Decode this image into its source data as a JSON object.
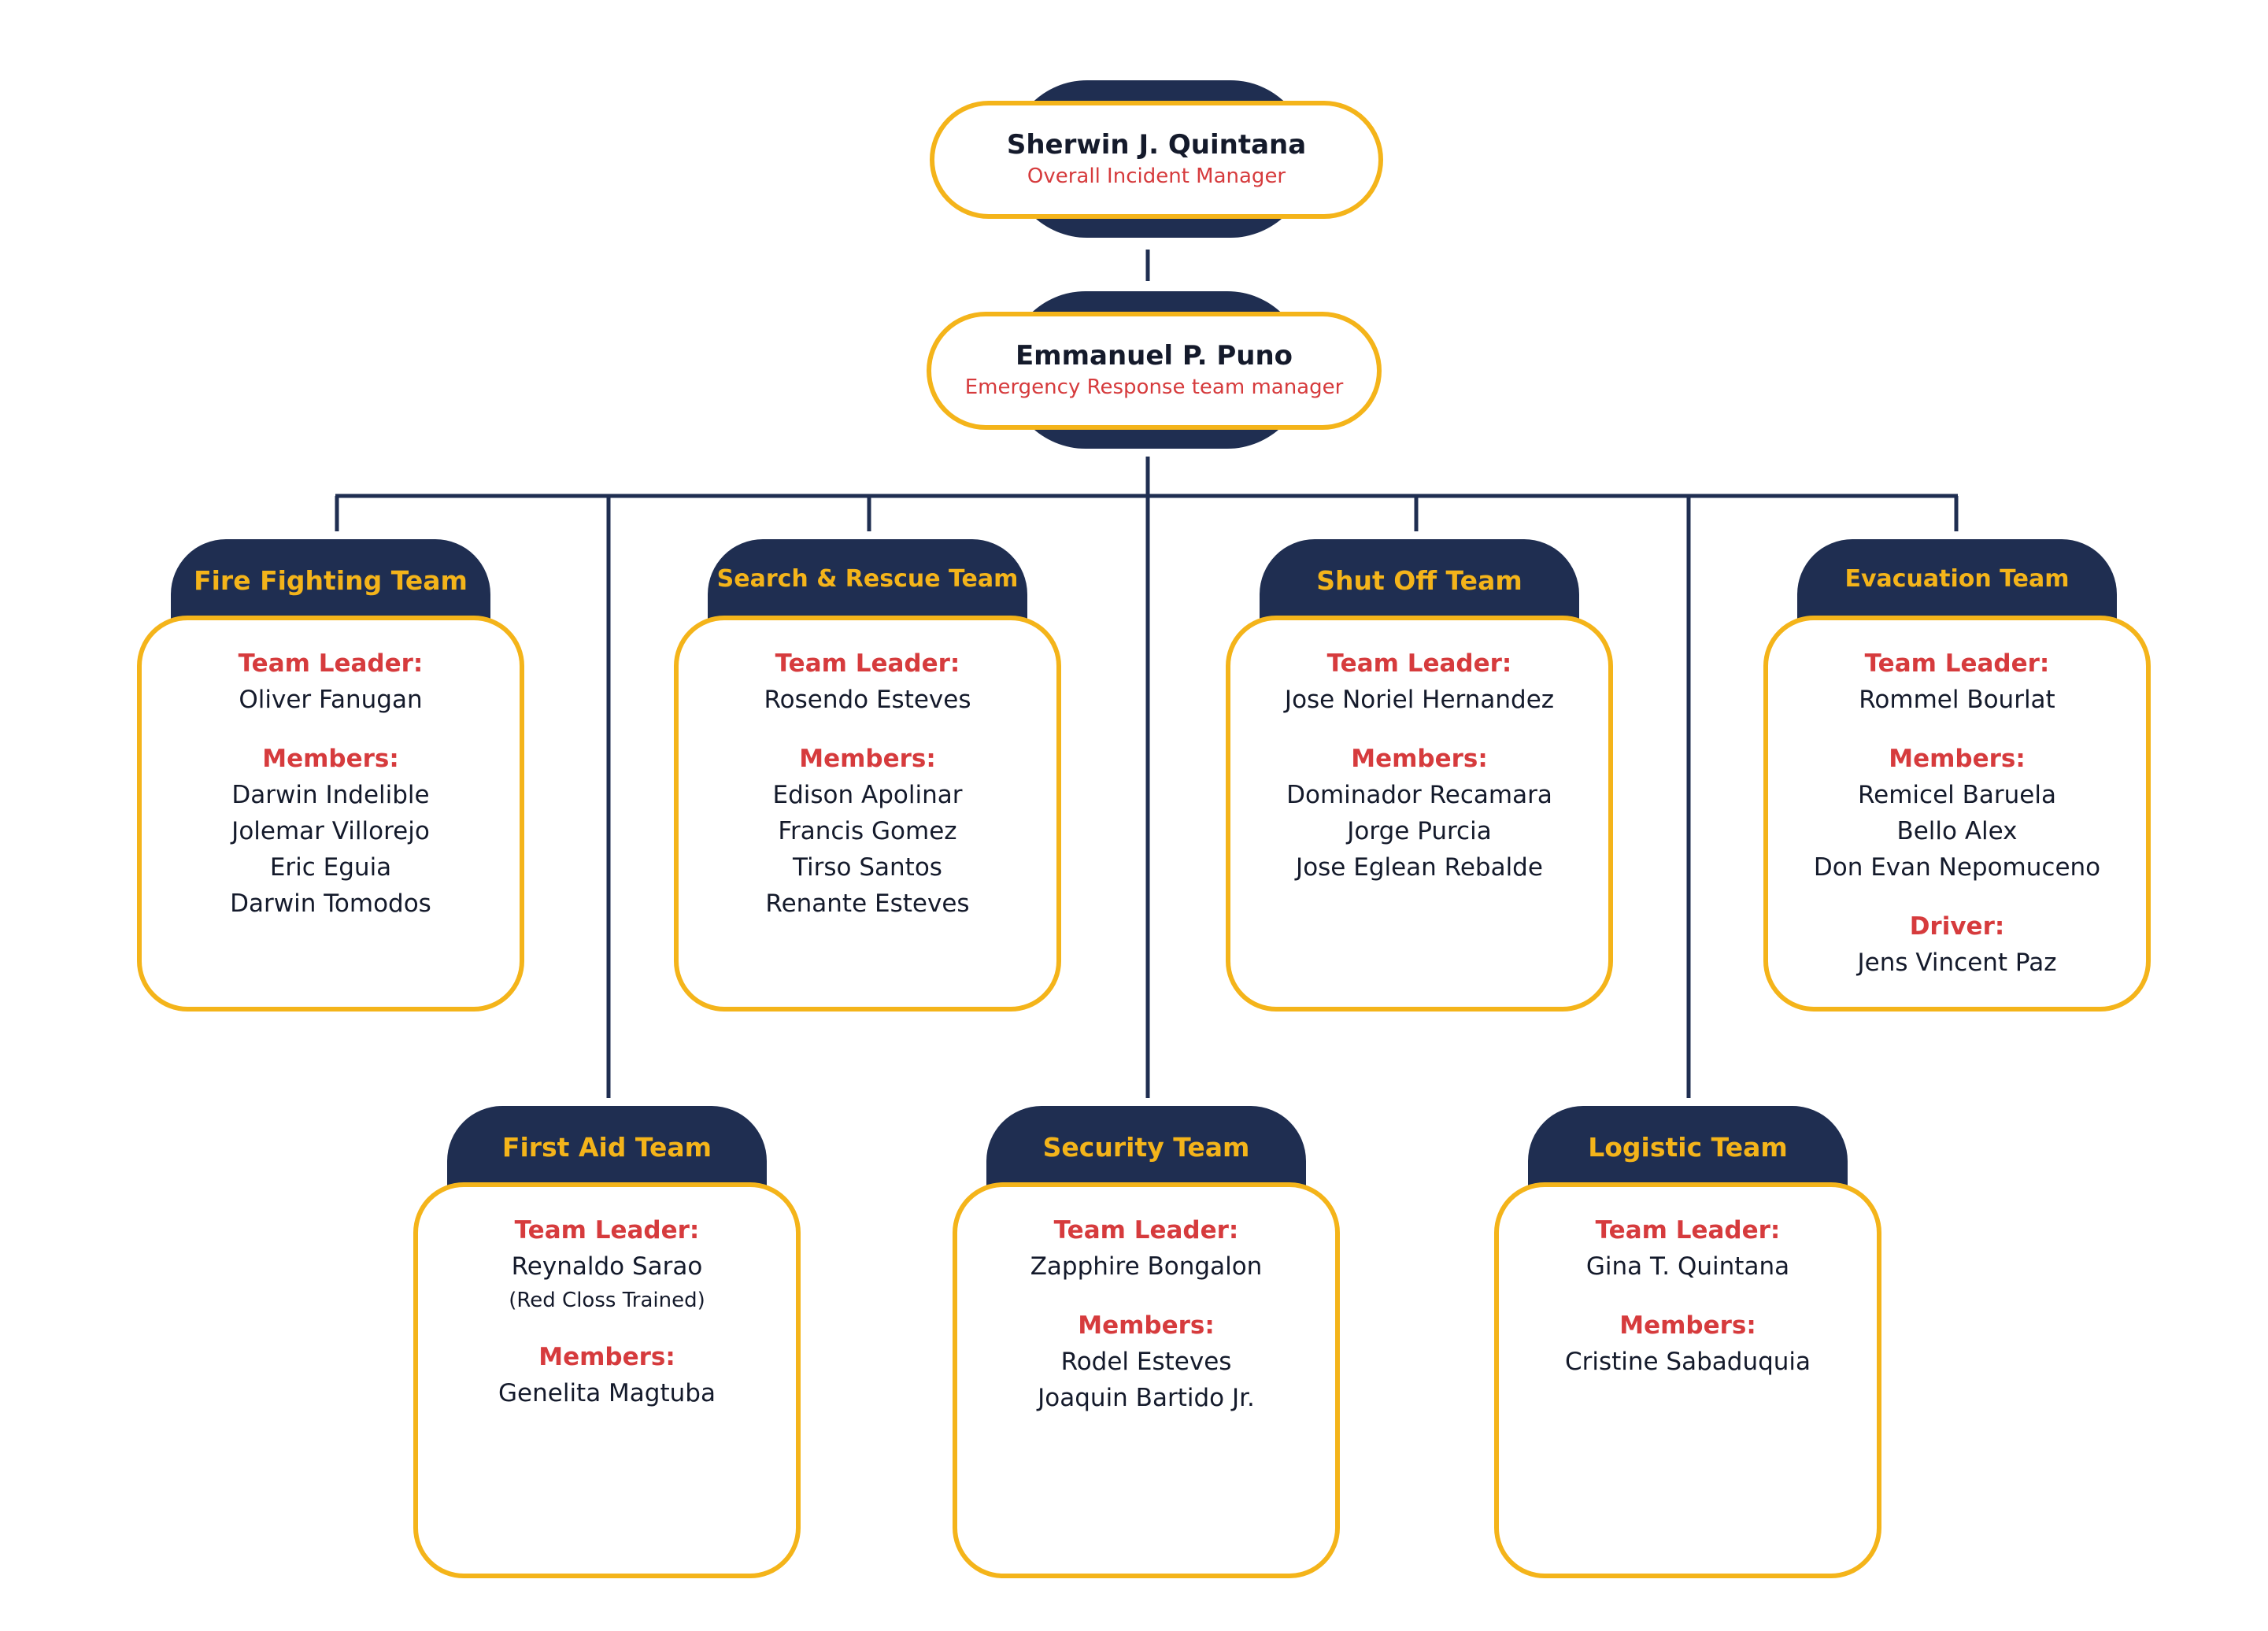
{
  "executives": {
    "top": {
      "name": "Sherwin J. Quintana",
      "role": "Overall Incident Manager"
    },
    "second": {
      "name": "Emmanuel P. Puno",
      "role": "Emergency Response team manager"
    }
  },
  "labels": {
    "leader": "Team Leader:",
    "members": "Members:",
    "driver": "Driver:"
  },
  "teams": [
    {
      "name": "Fire Fighting Team",
      "leader": "Oliver Fanugan",
      "members": [
        "Darwin Indelible",
        "Jolemar Villorejo",
        "Eric Eguia",
        "Darwin Tomodos"
      ]
    },
    {
      "name": "Search & Rescue Team",
      "leader": "Rosendo Esteves",
      "members": [
        "Edison Apolinar",
        "Francis Gomez",
        "Tirso Santos",
        "Renante Esteves"
      ]
    },
    {
      "name": "Shut Off Team",
      "leader": "Jose Noriel Hernandez",
      "members": [
        "Dominador Recamara",
        "Jorge Purcia",
        "Jose Eglean Rebalde"
      ]
    },
    {
      "name": "Evacuation Team",
      "leader": "Rommel Bourlat",
      "members": [
        "Remicel Baruela",
        "Bello Alex",
        "Don Evan Nepomuceno"
      ],
      "driver": "Jens Vincent Paz"
    },
    {
      "name": "First Aid Team",
      "leader": "Reynaldo Sarao",
      "leader_note": "(Red Closs Trained)",
      "members": [
        "Genelita Magtuba"
      ]
    },
    {
      "name": "Security Team",
      "leader": "Zapphire Bongalon",
      "members": [
        "Rodel Esteves",
        "Joaquin Bartido Jr."
      ]
    },
    {
      "name": "Logistic Team",
      "leader": "Gina T. Quintana",
      "members": [
        "Cristine Sabaduquia"
      ]
    }
  ],
  "colors": {
    "navy": "#1f2e51",
    "gold": "#f4b41a",
    "red": "#d63b3d",
    "text": "#141a2b"
  }
}
